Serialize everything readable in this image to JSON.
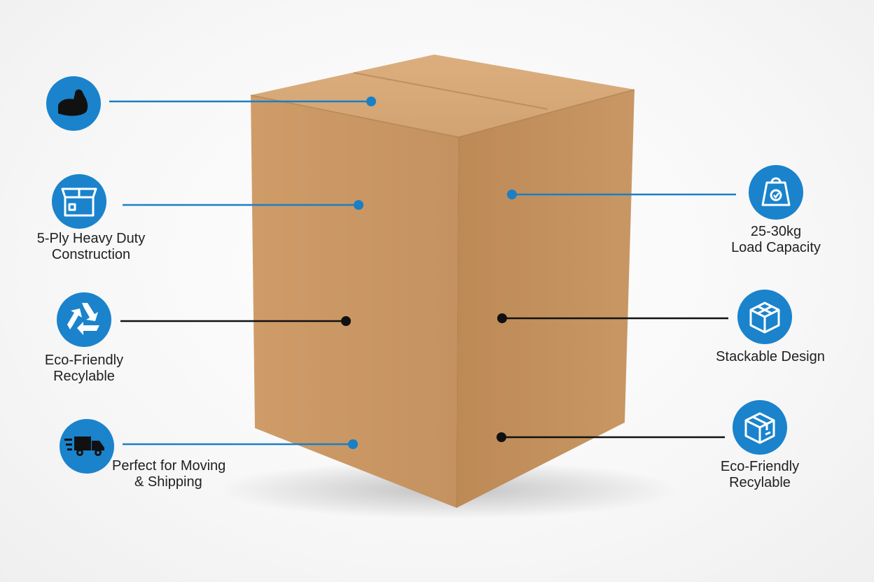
{
  "colors": {
    "icon_blue": "#1a83cc",
    "leader_blue": "#1b7fc4",
    "leader_black": "#111111",
    "box_front": "#c99763",
    "box_side": "#b98752",
    "box_top": "#d6a776"
  },
  "features": [
    {
      "icon": "flexed-arm-icon",
      "leader": "blue",
      "label_lines": []
    },
    {
      "icon": "open-box-icon",
      "leader": "blue",
      "label_lines": [
        "5-Ply Heavy Duty",
        "Construction"
      ]
    },
    {
      "icon": "recycle-icon",
      "leader": "black",
      "label_lines": [
        "Eco-Friendly",
        "Recylable"
      ]
    },
    {
      "icon": "delivery-truck-icon",
      "leader": "blue",
      "label_lines": [
        "Perfect for Moving",
        "& Shipping"
      ]
    },
    {
      "icon": "weight-icon",
      "leader": "blue",
      "label_lines": [
        "25-30kg",
        "Load Capacity"
      ]
    },
    {
      "icon": "stacked-boxes-icon",
      "leader": "black",
      "label_lines": [
        "Stackable Design"
      ]
    },
    {
      "icon": "cube-box-icon",
      "leader": "black",
      "label_lines": [
        "Eco-Friendly",
        "Recylable"
      ]
    }
  ]
}
